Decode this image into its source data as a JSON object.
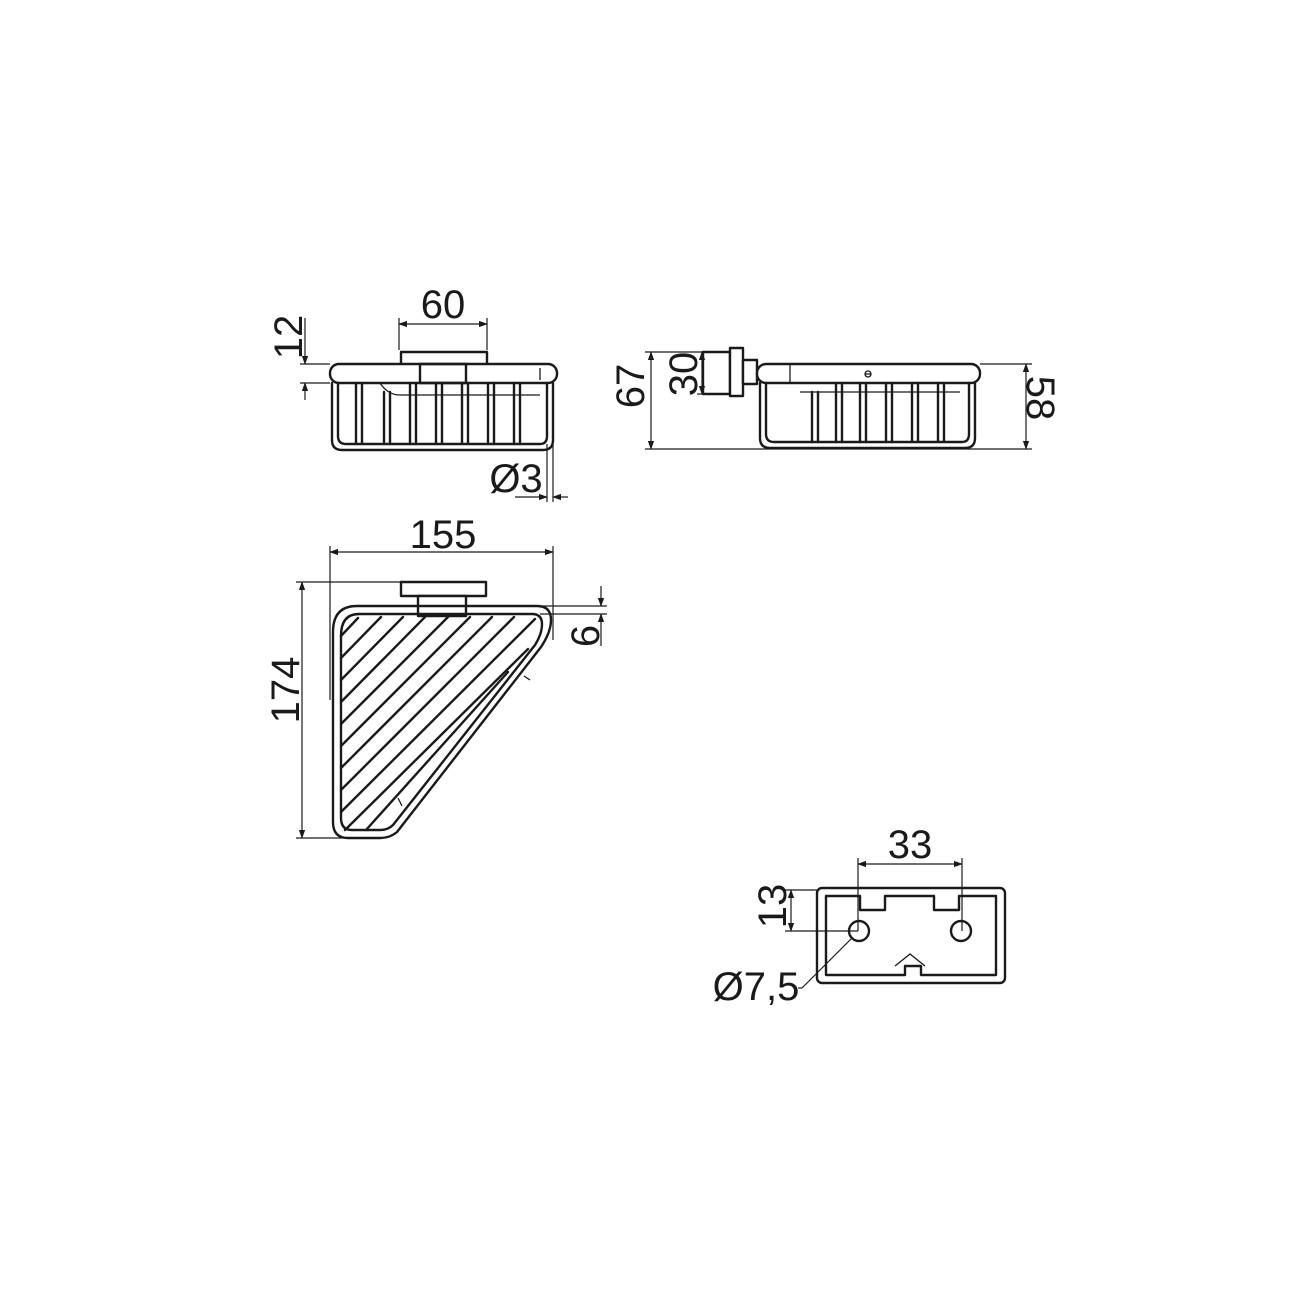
{
  "front_view": {
    "width_label": "60",
    "height_label": "12",
    "wire_label": "Ø3"
  },
  "side_view": {
    "overall_label": "67",
    "mount_label": "30",
    "basket_label": "58"
  },
  "top_view": {
    "width_label": "155",
    "depth_label": "174",
    "offset_label": "6"
  },
  "bracket_view": {
    "spacing_label": "33",
    "hole_offset_label": "13",
    "hole_label": "Ø7,5"
  }
}
